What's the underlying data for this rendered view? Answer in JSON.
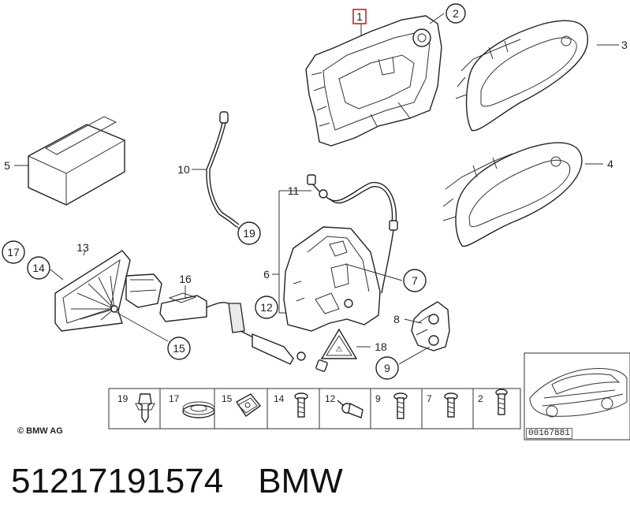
{
  "title_part_number": "51217191574",
  "title_brand": "BMW",
  "copyright": "© BMW AG",
  "reference_code": "00167881",
  "highlighted_callout": "1",
  "callouts": {
    "c1": "1",
    "c2": "2",
    "c3": "3",
    "c4": "4",
    "c5": "5",
    "c6": "6",
    "c7": "7",
    "c8": "8",
    "c9": "9",
    "c10": "10",
    "c11": "11",
    "c12": "12",
    "c13": "13",
    "c14": "14",
    "c15": "15",
    "c16": "16",
    "c17": "17",
    "c18": "18",
    "c19": "19"
  },
  "parts_strip": [
    {
      "label": "19",
      "icon": "clip-icon"
    },
    {
      "label": "17",
      "icon": "grommet-icon"
    },
    {
      "label": "15",
      "icon": "spring-nut-icon"
    },
    {
      "label": "14",
      "icon": "screw-icon"
    },
    {
      "label": "12",
      "icon": "cable-clip-icon"
    },
    {
      "label": "9",
      "icon": "screw-icon"
    },
    {
      "label": "7",
      "icon": "screw-icon"
    },
    {
      "label": "2",
      "icon": "screw-icon"
    }
  ],
  "colors": {
    "highlight": "#cc2222",
    "line": "#222222"
  }
}
